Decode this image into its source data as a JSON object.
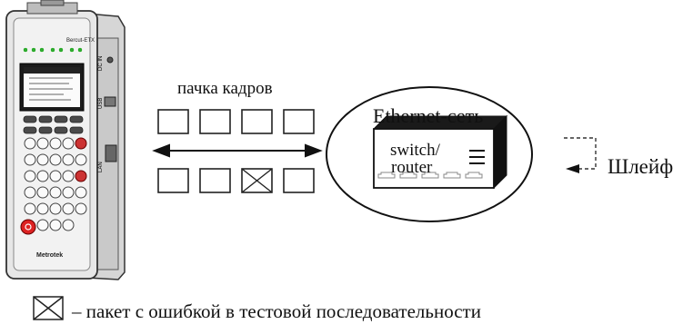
{
  "diagram": {
    "packets_label": "пачка кадров",
    "network_label": "Ethernet-сеть",
    "switch_label_line1": "switch/",
    "switch_label_line2": "router",
    "loop_label": "Шлейф",
    "legend": "– пакет с ошибкой в тестовой последовательности",
    "device": {
      "brand": "Bercut-ETX",
      "maker": "Metrotek",
      "ports": [
        "USB",
        "DC IN",
        "LAN"
      ]
    },
    "top_row_frames": 4,
    "bottom_row_frames": 4,
    "error_frame_index": 2
  }
}
